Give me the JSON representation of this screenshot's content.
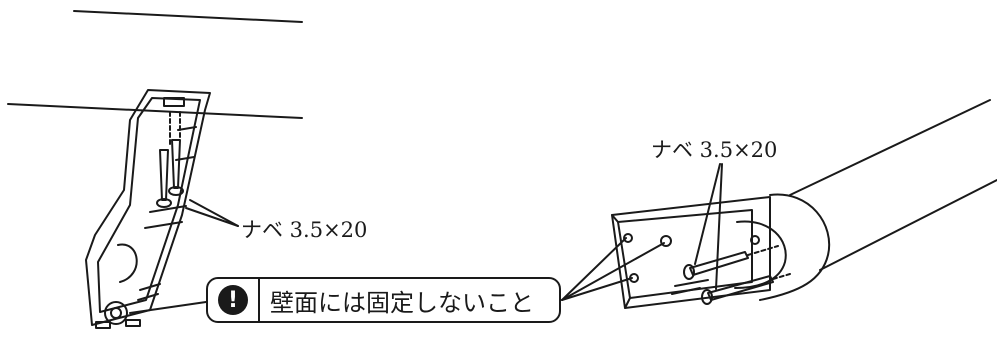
{
  "labels": {
    "screw_left": "ナベ 3.5×20",
    "screw_right": "ナベ 3.5×20",
    "warning": "壁面には固定しないこと"
  },
  "icons": {
    "warning": "exclamation-circle-icon"
  },
  "warning_symbol": "!",
  "colors": {
    "line": "#1a1a1a",
    "background": "#ffffff"
  }
}
